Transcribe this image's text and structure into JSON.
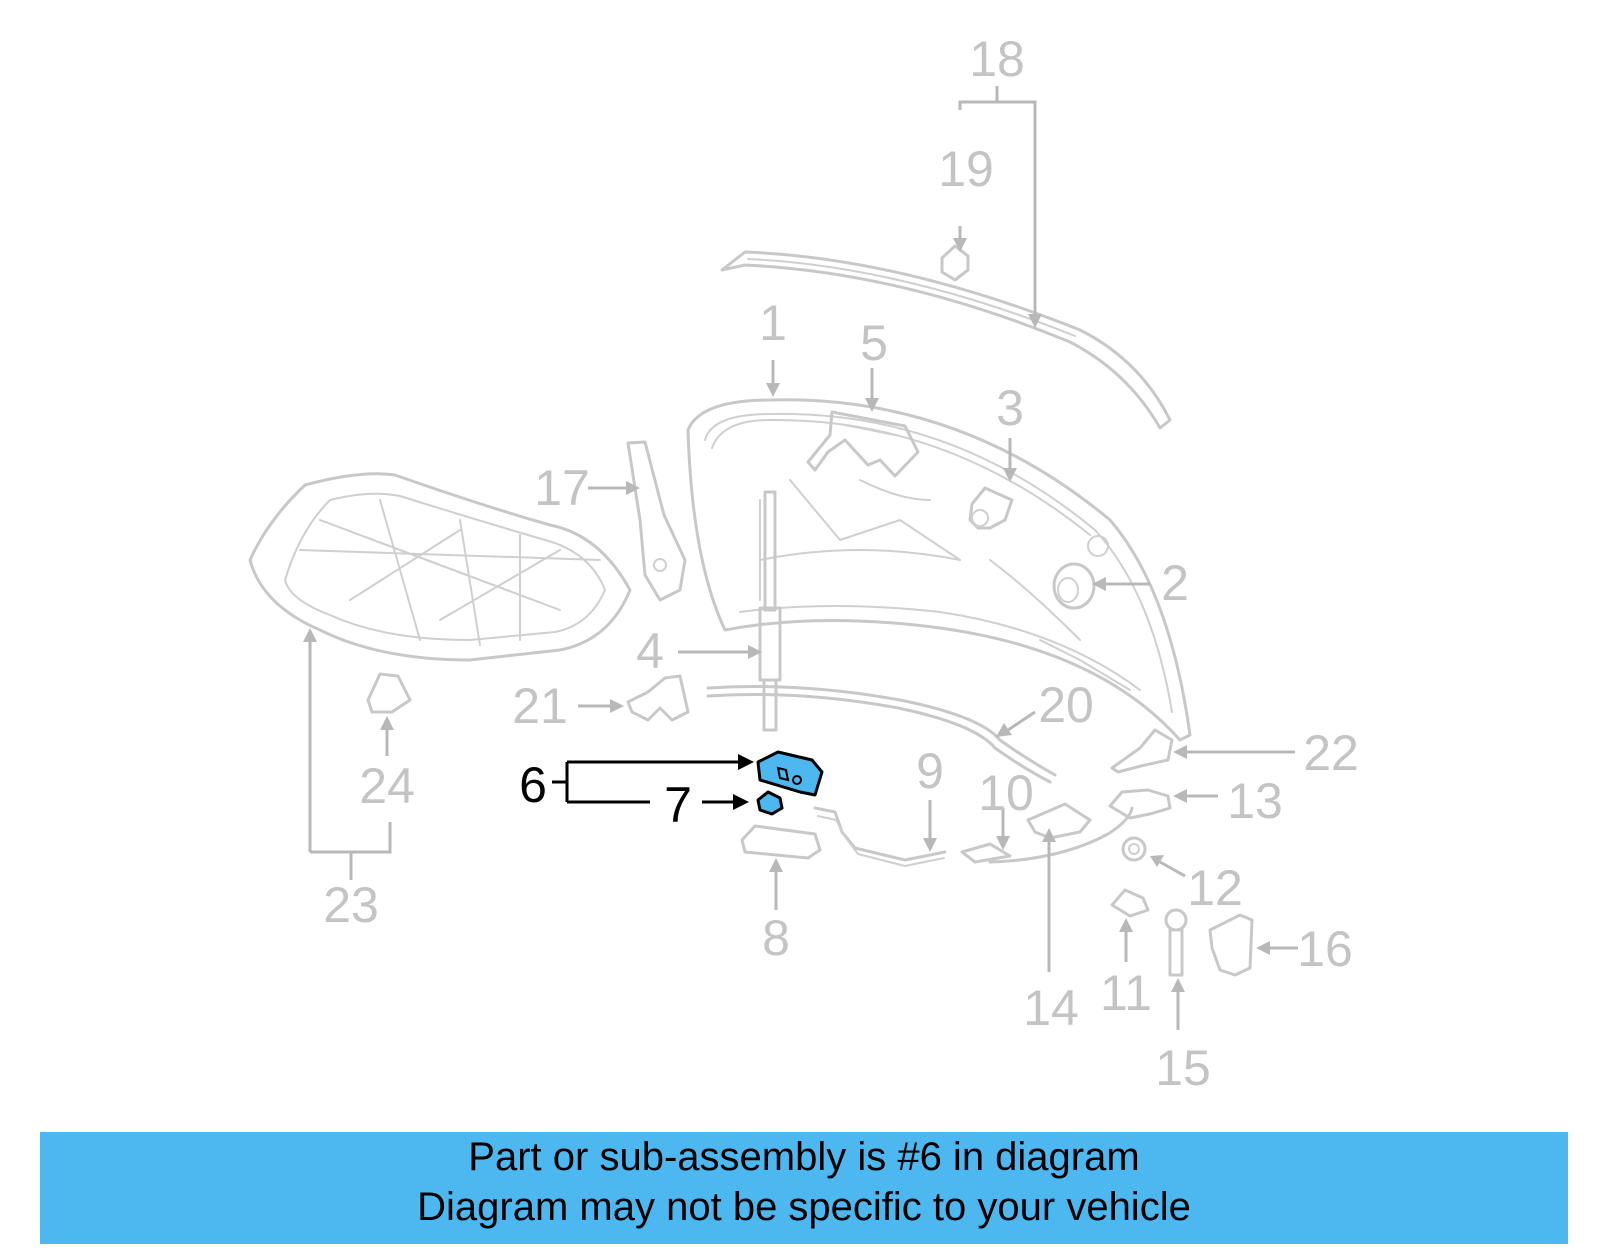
{
  "callouts": {
    "c1": "1",
    "c2": "2",
    "c3": "3",
    "c4": "4",
    "c5": "5",
    "c6": "6",
    "c7": "7",
    "c8": "8",
    "c9": "9",
    "c10": "10",
    "c11": "11",
    "c12": "12",
    "c13": "13",
    "c14": "14",
    "c15": "15",
    "c16": "16",
    "c17": "17",
    "c18": "18",
    "c19": "19",
    "c20": "20",
    "c21": "21",
    "c22": "22",
    "c23": "23",
    "c24": "24"
  },
  "highlighted_part": "6",
  "colors": {
    "highlight": "#4db8f0",
    "banner": "#4db8f0",
    "linework": "#c8c8c8",
    "callout_active": "#000000"
  },
  "banner": {
    "line1": "Part or sub-assembly is #6 in diagram",
    "line2": "Diagram may not be specific to your vehicle"
  }
}
